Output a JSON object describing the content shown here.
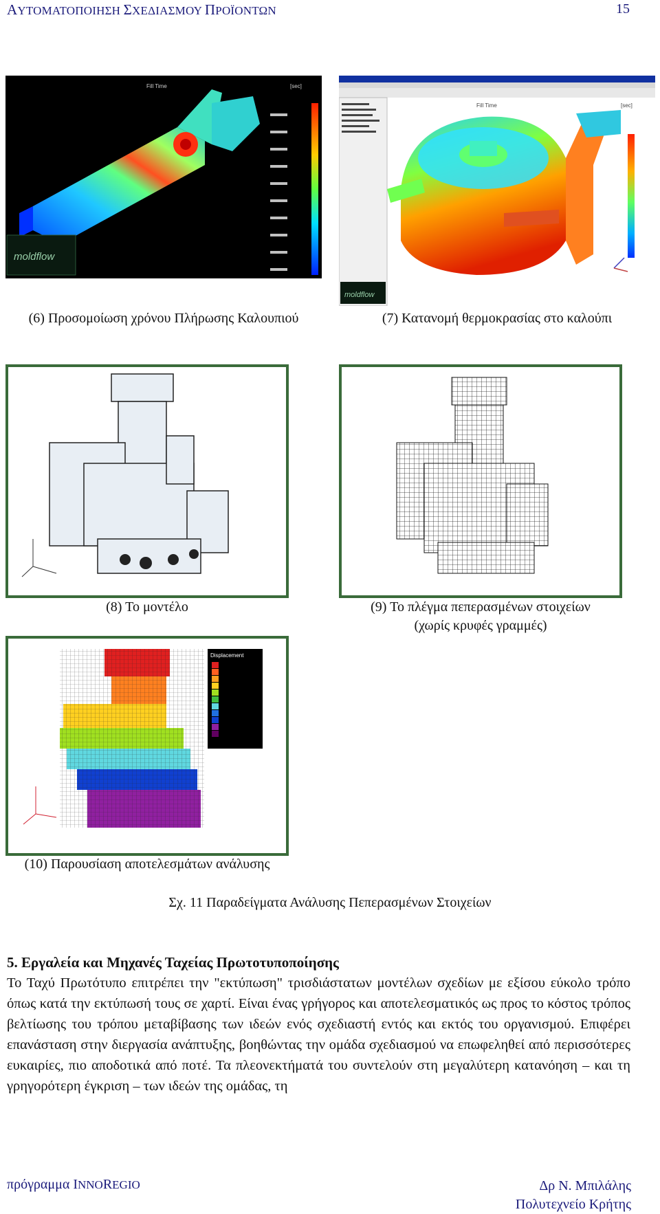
{
  "header": {
    "title_initials": [
      "Α",
      "Σ",
      "Π"
    ],
    "title_parts": [
      "ΥΤΟΜΑΤΟΠΟΙΗΣΗ ",
      "ΧΕΔΙΑΣΜΟΥ ",
      "ΡΟΪΟΝΤΩΝ"
    ],
    "page_number": "15"
  },
  "figures": {
    "f6": {
      "caption": "(6) Προσομοίωση χρόνου Πλήρωσης Καλουπιού",
      "brand": "moldflow",
      "overlay_title": "Fill Time",
      "overlay_unit": "[sec]"
    },
    "f7": {
      "caption": "(7) Κατανομή θερμοκρασίας στο καλούπι",
      "brand": "moldflow",
      "overlay_title": "Fill Time",
      "overlay_unit": "[sec]"
    },
    "f8": {
      "caption": "(8) Το μοντέλο"
    },
    "f9": {
      "caption_line1": "(9) Το πλέγμα πεπερασμένων στοιχείων",
      "caption_line2": "(χωρίς κρυφές γραμμές)"
    },
    "f10": {
      "caption": "(10) Παρουσίαση αποτελεσμάτων ανάλυσης",
      "legend_title": "Displacement"
    }
  },
  "figure_title": "Σχ. 11 Παραδείγματα Ανάλυσης Πεπερασμένων Στοιχείων",
  "section": {
    "heading": "5. Εργαλεία και Μηχανές Ταχείας Πρωτοτυποποίησης",
    "body": "Το Ταχύ Πρωτότυπο επιτρέπει την \"εκτύπωση\" τρισδιάστατων μοντέλων σχεδίων με εξίσου εύκολο τρόπο όπως κατά την εκτύπωσή τους σε χαρτί. Είναι ένας γρήγορος και αποτελεσματικός ως προς το κόστος τρόπος βελτίωσης του τρόπου μεταβίβασης των ιδεών ενός σχεδιαστή εντός και εκτός του οργανισμού. Επιφέρει επανάσταση στην διεργασία ανάπτυξης, βοηθώντας την ομάδα σχεδιασμού να επωφεληθεί από περισσότερες ευκαιρίες, πιο αποδοτικά από ποτέ. Τα πλεονεκτήματά του συντελούν στη μεγαλύτερη κατανόηση – και τη γρηγορότερη έγκριση – των ιδεών της ομάδας, τη"
  },
  "footer": {
    "left_part1": "πρόγραμμα ",
    "left_initials": [
      "I",
      "R"
    ],
    "left_parts": [
      "NNO",
      "EGIO"
    ],
    "right_line1": "Δρ Ν. Μπιλάλης",
    "right_line2": "Πολυτεχνείο Κρήτης"
  },
  "colors": {
    "heading_blue": "#1a1a7a",
    "frame_green": "#3a6b3a"
  }
}
